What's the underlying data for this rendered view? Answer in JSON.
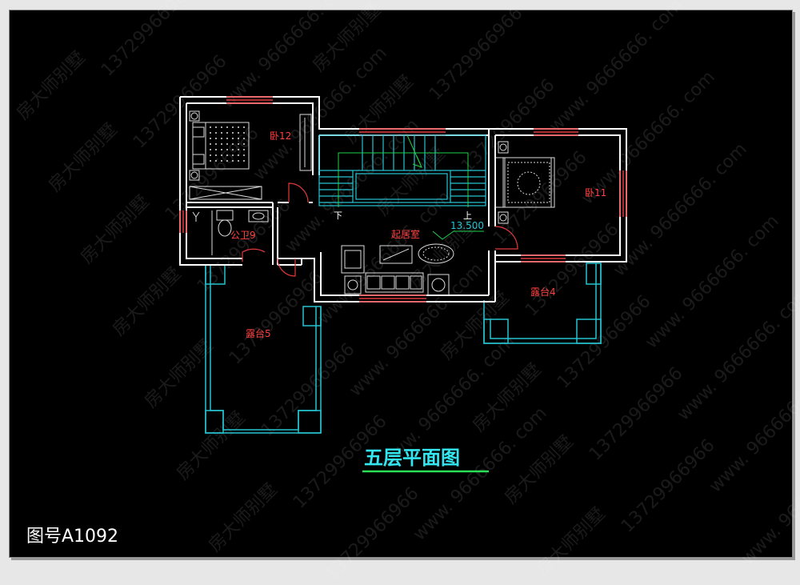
{
  "title": "五层平面图",
  "drawing_number": "图号A1092",
  "elevation": "13.500",
  "rooms": {
    "bedroom12": "卧12",
    "bedroom11": "卧11",
    "bath9": "公卫9",
    "living": "起居室",
    "terrace4": "露台4",
    "terrace5": "露台5"
  },
  "stairs": {
    "down": "下",
    "up": "上"
  },
  "watermarks": {
    "brand": "房大师别墅",
    "phone": "13729966966",
    "site": "www. 9666666. com"
  },
  "colors": {
    "background": "#000000",
    "wall": "#ffffff",
    "terrace": "#25c3d1",
    "window": "#e0383d",
    "room_label": "#ff4040",
    "title": "#33e6ef",
    "title_underline": "#2adf55",
    "stair_arrow": "#1fd04a",
    "furniture": "#dddddd"
  }
}
